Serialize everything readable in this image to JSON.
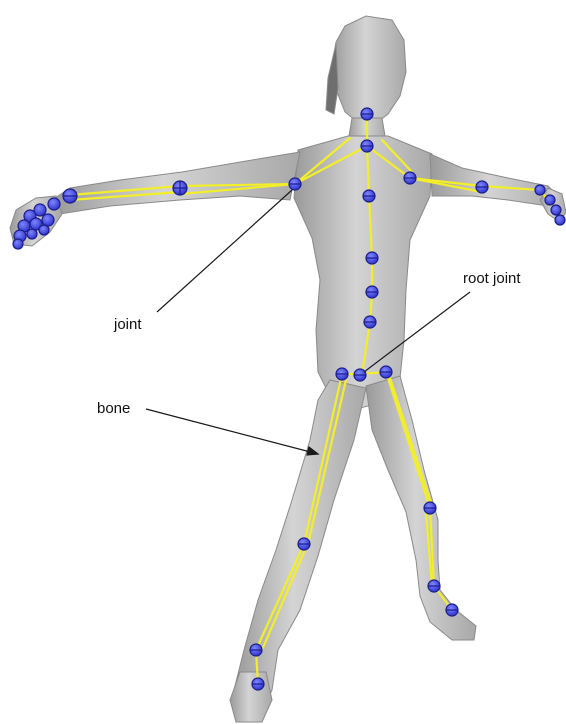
{
  "labels": {
    "joint": "joint",
    "root_joint": "root joint",
    "bone": "bone"
  },
  "colors": {
    "mesh": "#b9b9b9",
    "mesh_shade": "#8f8f8f",
    "bone": "#f2ee2a",
    "joint_fill": "#3a3fe0",
    "joint_ring": "#1b1d8a",
    "leader_line": "#1a1a1a"
  },
  "icons": {
    "joint": "blue-sphere-joint-icon"
  }
}
